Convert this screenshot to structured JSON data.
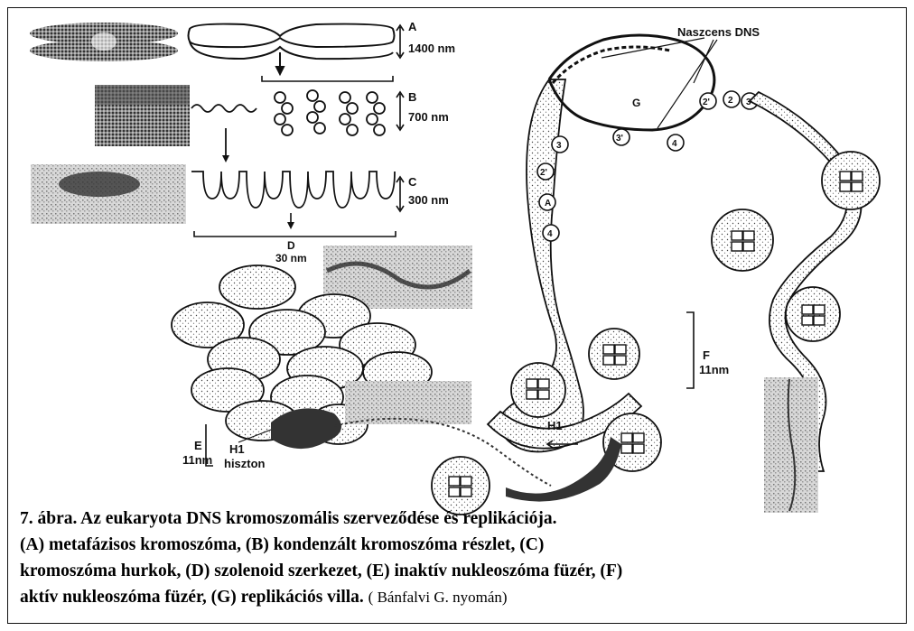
{
  "figure": {
    "labels": {
      "A": "A",
      "A_size": "1400 nm",
      "B": "B",
      "B_size": "700 nm",
      "C": "C",
      "C_size": "300 nm",
      "D": "D",
      "D_size": "30 nm",
      "E": "E",
      "E_size": "11nm",
      "F": "F",
      "F_size": "11nm",
      "G": "G",
      "H1_left": "H1",
      "histone_word": "hiszton",
      "H1_right": "H1",
      "nascent_dna": "Naszcens DNS",
      "fork_marks": [
        "3",
        "3'",
        "4",
        "2'",
        "A",
        "4",
        "2'",
        "2",
        "3"
      ]
    }
  },
  "caption": {
    "line1": "7. ábra. Az eukaryota DNS kromoszomális szerveződése és replikációja.",
    "line2": "(A) metafázisos kromoszóma, (B) kondenzált kromoszóma részlet, (C)",
    "line3": "kromoszóma hurkok, (D) szolenoid szerkezet, (E) inaktív nukleoszóma füzér, (F)",
    "line4_bold": "aktív nukleoszóma füzér, (G) replikációs villa.",
    "credit": "( Bánfalvi G. nyomán)"
  }
}
